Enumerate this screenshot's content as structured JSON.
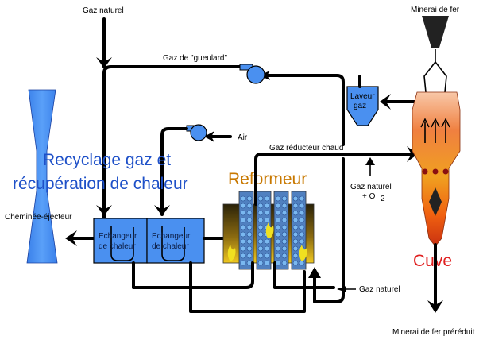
{
  "labels": {
    "gaz_naturel_top": "Gaz naturel",
    "minerai_de_fer": "Minerai de fer",
    "gaz_gueulard": "Gaz de \"gueulard\"",
    "laveur_line1": "Laveur",
    "laveur_line2": "gaz",
    "air": "Air",
    "recyclage_line1": "Recyclage gaz et",
    "recyclage_line2": "récupération de chaleur",
    "gaz_reducteur": "Gaz réducteur chaud",
    "reformeur": "Reformeur",
    "gaz_naturel_o2_line1": "Gaz naturel",
    "gaz_naturel_o2_line2": "+ O",
    "o2_subscript": "2",
    "cheminee": "Cheminée-éjecteur",
    "echangeur1_line1": "Echangeur",
    "echangeur1_line2": "de chaleur",
    "echangeur2_line1": "Echangeur",
    "echangeur2_line2": "de chaleur",
    "cuve": "Cuve",
    "gaz_naturel_bottom": "Gaz naturel",
    "minerai_reduit": "Minerai de fer préréduit"
  },
  "colors": {
    "equipment_blue": "#4a90f0",
    "title_blue": "#1e50c8",
    "reformer_orange": "#c87800",
    "cuve_red": "#e02020",
    "pipe": "#000000"
  },
  "icons": [
    "arrow-icon",
    "fan-icon",
    "flame-icon",
    "hopper-icon"
  ]
}
